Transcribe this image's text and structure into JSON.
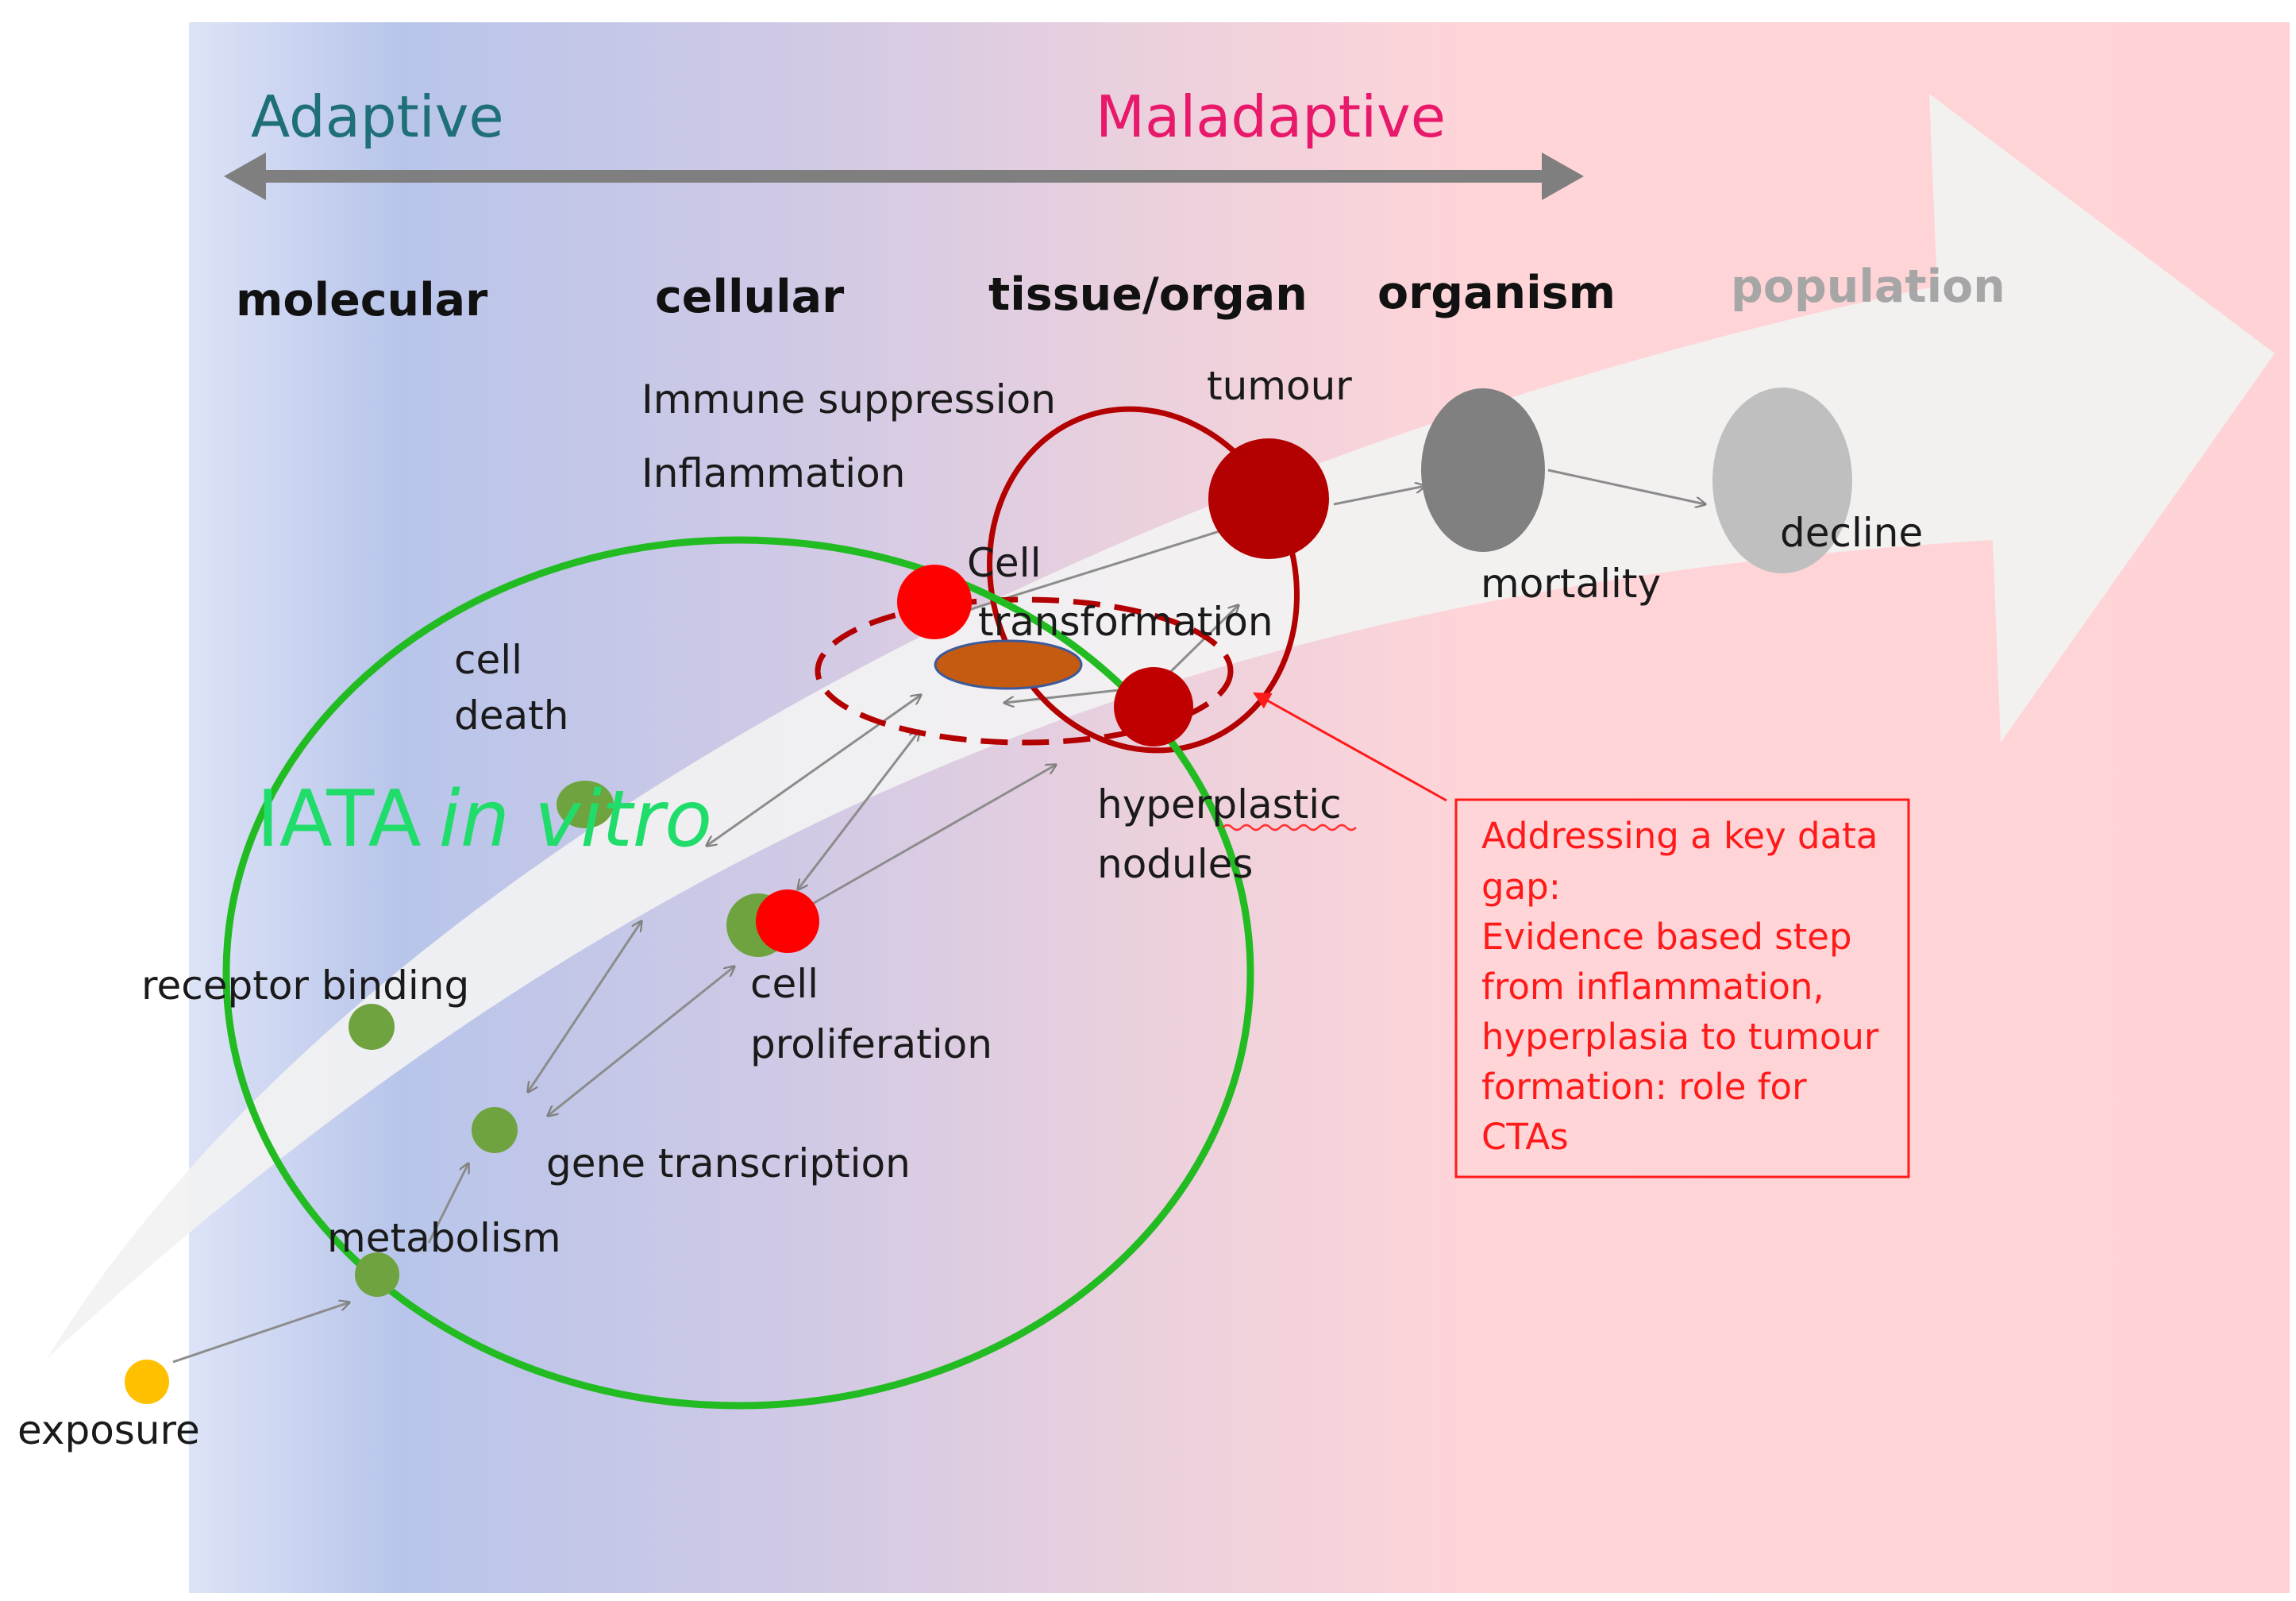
{
  "header": {
    "adaptive": "Adaptive",
    "maladaptive": "Maladaptive"
  },
  "levels": {
    "molecular": "molecular",
    "cellular": "cellular",
    "tissue_organ": "tissue/organ",
    "organism": "organism",
    "population": "population"
  },
  "labels": {
    "exposure": "exposure",
    "metabolism": "metabolism",
    "receptor_binding": "receptor binding",
    "gene_transcription": "gene transcription",
    "cell_death_1": "cell",
    "cell_death_2": "death",
    "cell_proliferation_1": "cell",
    "cell_proliferation_2": "proliferation",
    "immune_suppression": "Immune suppression",
    "inflammation": "Inflammation",
    "cell_transformation_1": "Cell",
    "cell_transformation_2": "transformation",
    "hyperplastic_1": "hyperplastic",
    "hyperplastic_2": "nodules",
    "tumour": "tumour",
    "mortality": "mortality",
    "decline": "decline"
  },
  "iata": {
    "prefix": "IATA",
    "suffix": "in vitro"
  },
  "note": {
    "lines": [
      "Addressing a key data",
      "gap:",
      "Evidence based step",
      "from inflammation,",
      "hyperplasia to tumour",
      "formation: role for",
      "CTAs"
    ]
  },
  "colors": {
    "adaptive": "#1f6f78",
    "maladaptive": "#e8186a",
    "iata_circle": "#22bb22",
    "tumour_red": "#b30000",
    "bright_red": "#ff0000",
    "cell_green": "#6fa33f",
    "exposure_yellow": "#ffc000",
    "note_red": "#ff1a1a"
  }
}
